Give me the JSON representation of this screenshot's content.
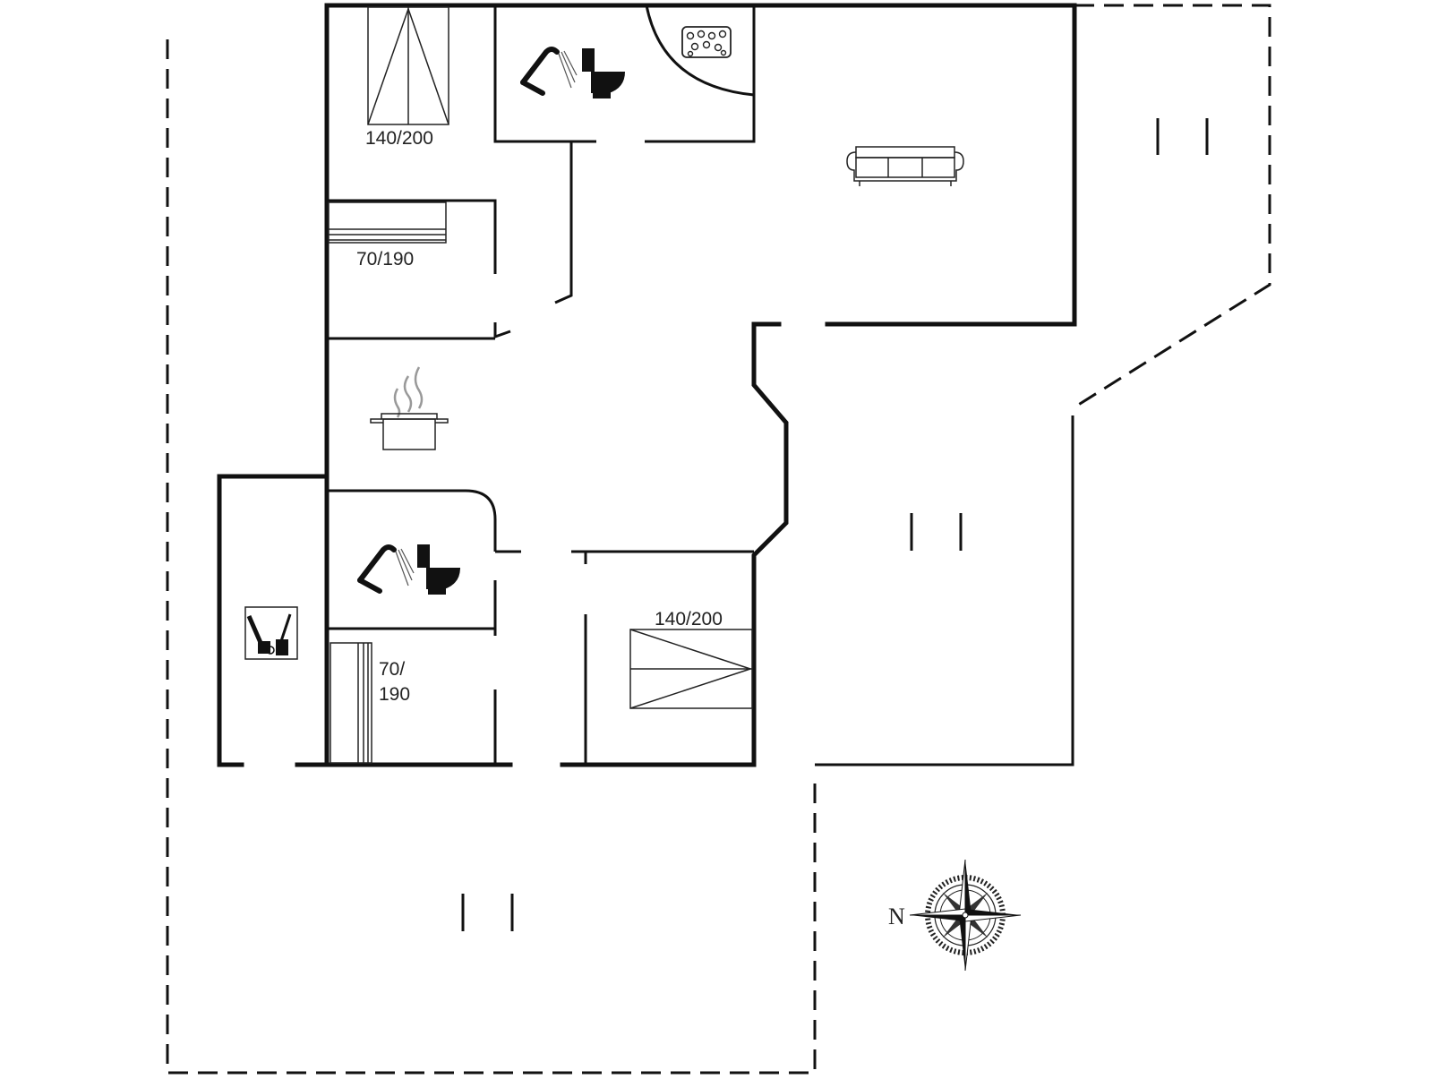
{
  "plan": {
    "compass": {
      "north_label": "N",
      "icon": "compass-rose-icon"
    },
    "rooms": {
      "bedroom_top_left": {
        "bed_size": "140/200",
        "icon": "double-bed-icon"
      },
      "bedroom_left_mid": {
        "bed_size": "70/190",
        "icon": "single-bed-icon"
      },
      "bathroom_top": {
        "icons": [
          "shower-icon",
          "toilet-icon",
          "hot-tub-icon"
        ]
      },
      "living_room": {
        "icon": "sofa-icon"
      },
      "kitchen": {
        "icon": "cooking-pot-icon"
      },
      "bathroom_bottom": {
        "icons": [
          "shower-icon",
          "toilet-icon"
        ]
      },
      "bedroom_bottom_left": {
        "bed_size_line1": "70/",
        "bed_size_line2": "190",
        "icon": "single-bed-icon"
      },
      "bedroom_bottom_right": {
        "bed_size": "140/200",
        "icon": "double-bed-icon"
      },
      "utility": {
        "icon": "utility-room-icon"
      }
    },
    "terraces": [
      {
        "name": "terrace-east",
        "icon": "terrace-marker-icon"
      },
      {
        "name": "terrace-courtyard",
        "icon": "terrace-marker-icon"
      },
      {
        "name": "terrace-south",
        "icon": "terrace-marker-icon"
      }
    ],
    "colors": {
      "wall": "#111111",
      "background": "#ffffff"
    }
  }
}
